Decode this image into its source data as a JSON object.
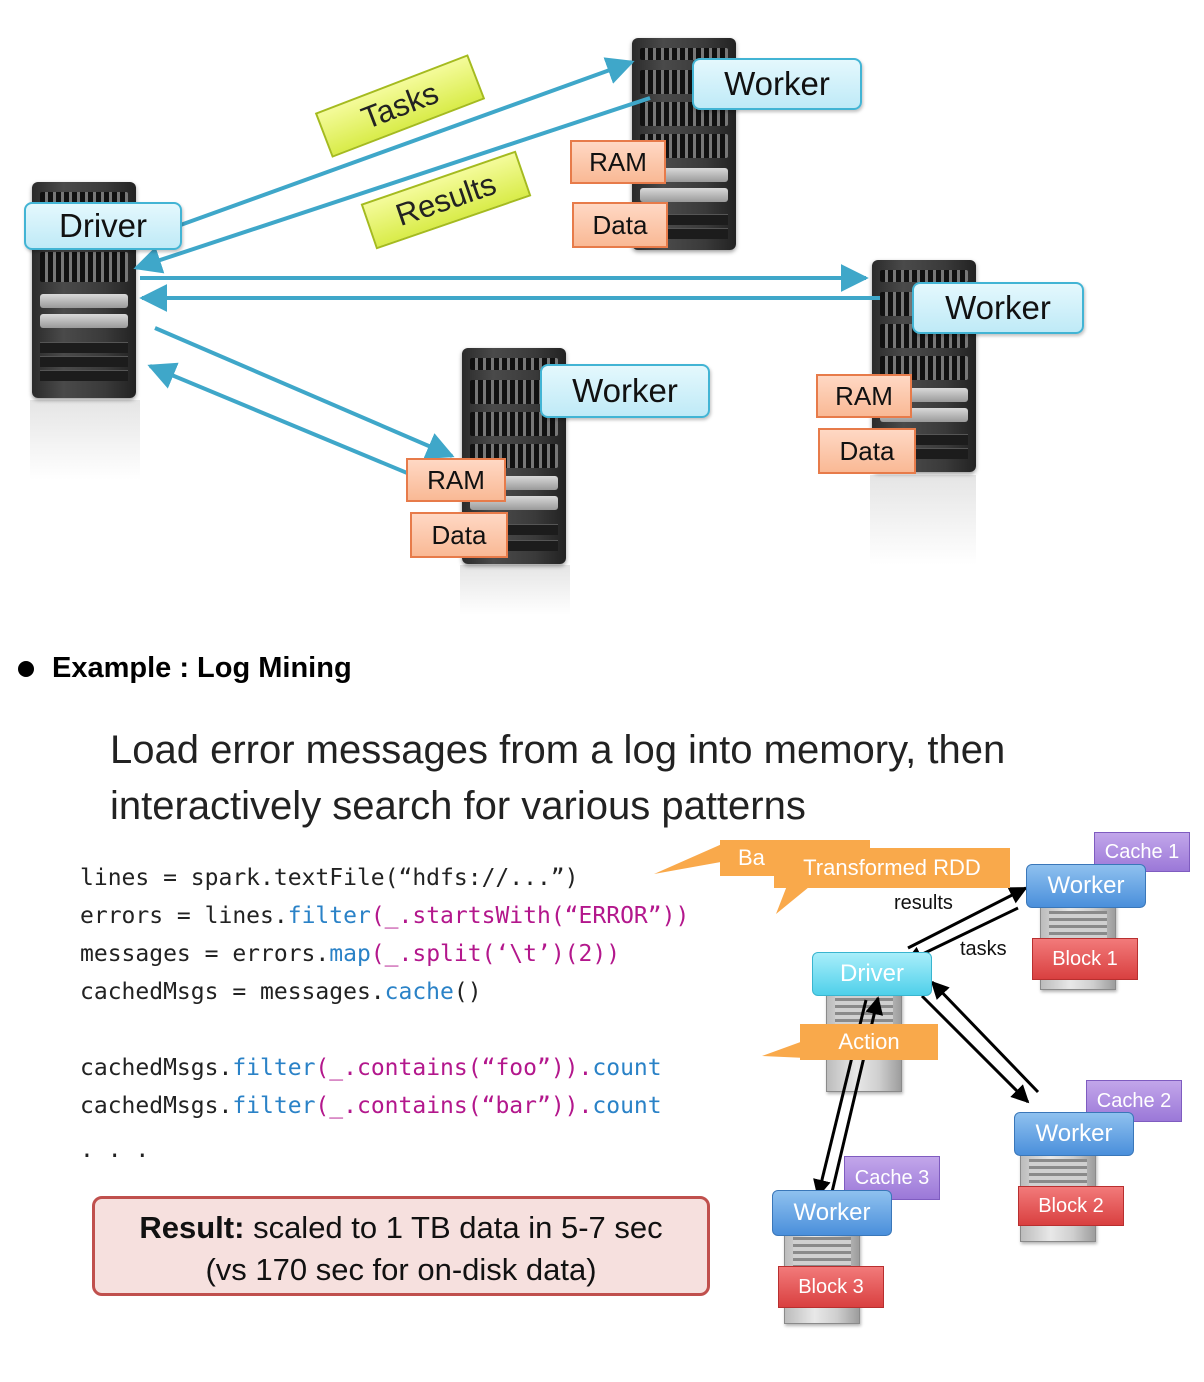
{
  "top_diagram": {
    "driver_label": "Driver",
    "worker_label": "Worker",
    "ram_label": "RAM",
    "data_label": "Data",
    "tasks_label": "Tasks",
    "results_label": "Results"
  },
  "heading": {
    "title": "Example : Log Mining"
  },
  "headline": {
    "line1": "Load error messages from a log into memory, then",
    "line2": "interactively search for various patterns"
  },
  "code": {
    "l1_a": "lines = spark.textFile(“hdfs://...”)",
    "l2_a": "errors = lines.",
    "l2_b": "filter",
    "l2_c": "(_.",
    "l2_d": "startsWith(“ERROR”))",
    "l3_a": "messages = errors.",
    "l3_b": "map",
    "l3_c": "(_.",
    "l3_d": "split(‘\\t’)(2))",
    "l4_a": "cachedMsgs = messages.",
    "l4_b": "cache",
    "l4_c": "()",
    "l5_a": "cachedMsgs.",
    "l5_b": "filter",
    "l5_c": "(_.",
    "l5_d": "contains(“foo”)).",
    "l5_e": "count",
    "l6_a": "cachedMsgs.",
    "l6_b": "filter",
    "l6_c": "(_.",
    "l6_d": "contains(“bar”)).",
    "l6_e": "count",
    "l7": ". . ."
  },
  "result": {
    "bold": "Result:",
    "line1_rest": " scaled to 1 TB data in 5-7 sec",
    "line2": "(vs 170 sec for on-disk data)"
  },
  "bottom_diagram": {
    "base_rdd": "Ba",
    "transformed_rdd": "Transformed RDD",
    "action": "Action",
    "results": "results",
    "tasks": "tasks",
    "driver": "Driver",
    "worker": "Worker",
    "cache1": "Cache 1",
    "cache2": "Cache 2",
    "cache3": "Cache 3",
    "block1": "Block 1",
    "block2": "Block 2",
    "block3": "Block 3"
  },
  "colors": {
    "arrow_blue": "#3fa7c9",
    "code_blue": "#2a82c7",
    "code_pink": "#b3178c",
    "result_border": "#c0504d",
    "callout_orange": "#f9a94b"
  }
}
